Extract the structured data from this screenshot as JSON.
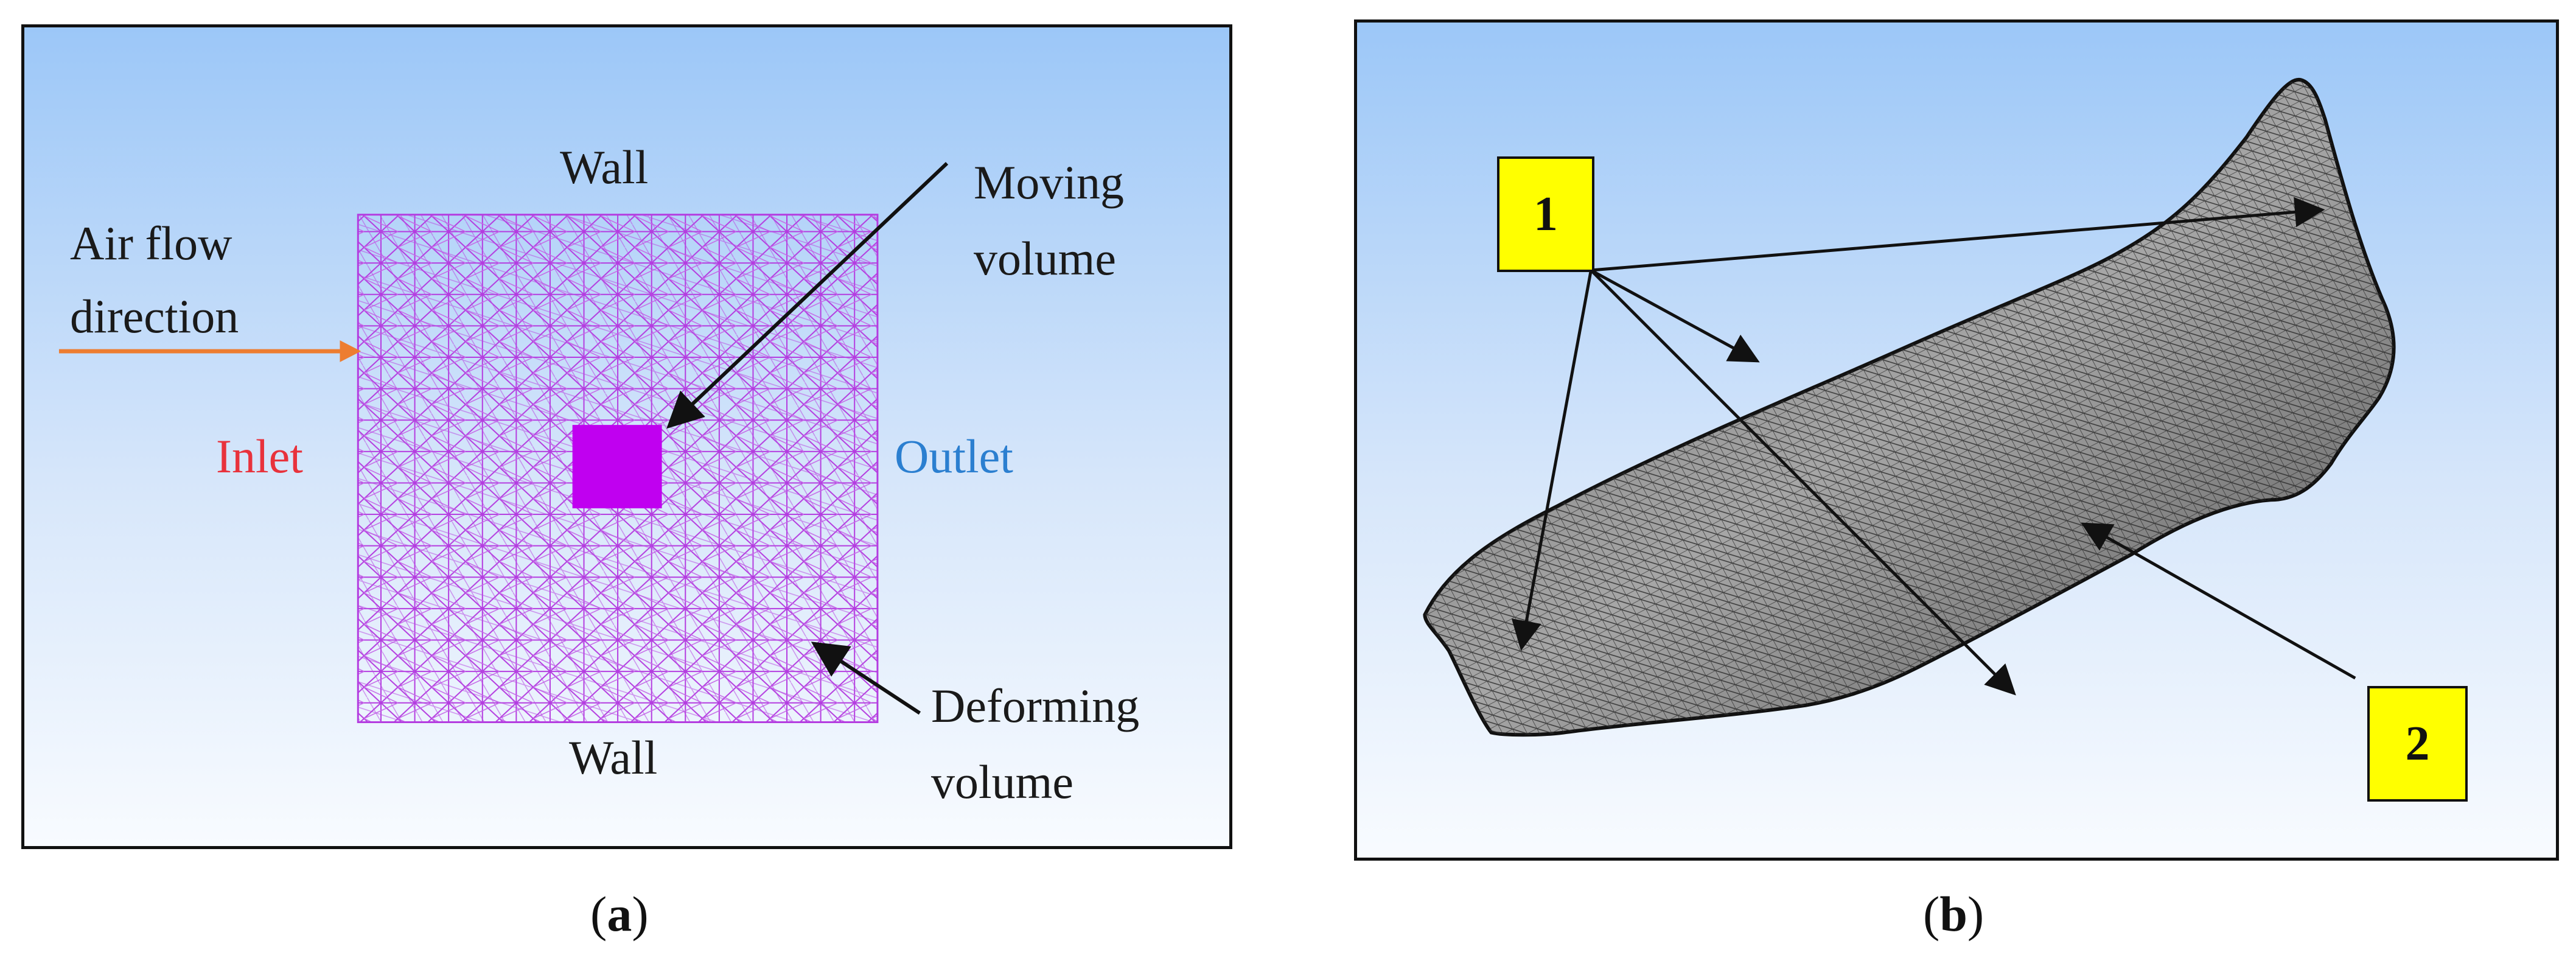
{
  "panel_a": {
    "labels": {
      "wall_top": "Wall",
      "wall_bottom": "Wall",
      "air_flow_line1": "Air flow",
      "air_flow_line2": "direction",
      "inlet": "Inlet",
      "outlet": "Outlet",
      "moving_line1": "Moving",
      "moving_line2": "volume",
      "deforming_line1": "Deforming",
      "deforming_line2": "volume"
    },
    "caption_letter": "a",
    "colors": {
      "inlet": "#e8323c",
      "outlet": "#2b7fd0",
      "mesh": "#b43ce0",
      "moving_block": "#c000f0",
      "arrow": "#ed7d31"
    }
  },
  "panel_b": {
    "callouts": {
      "box1": "1",
      "box2": "2"
    },
    "caption_letter": "b",
    "colors": {
      "callout_fill": "#ffff00",
      "mesh": "#2a2a2a"
    }
  }
}
